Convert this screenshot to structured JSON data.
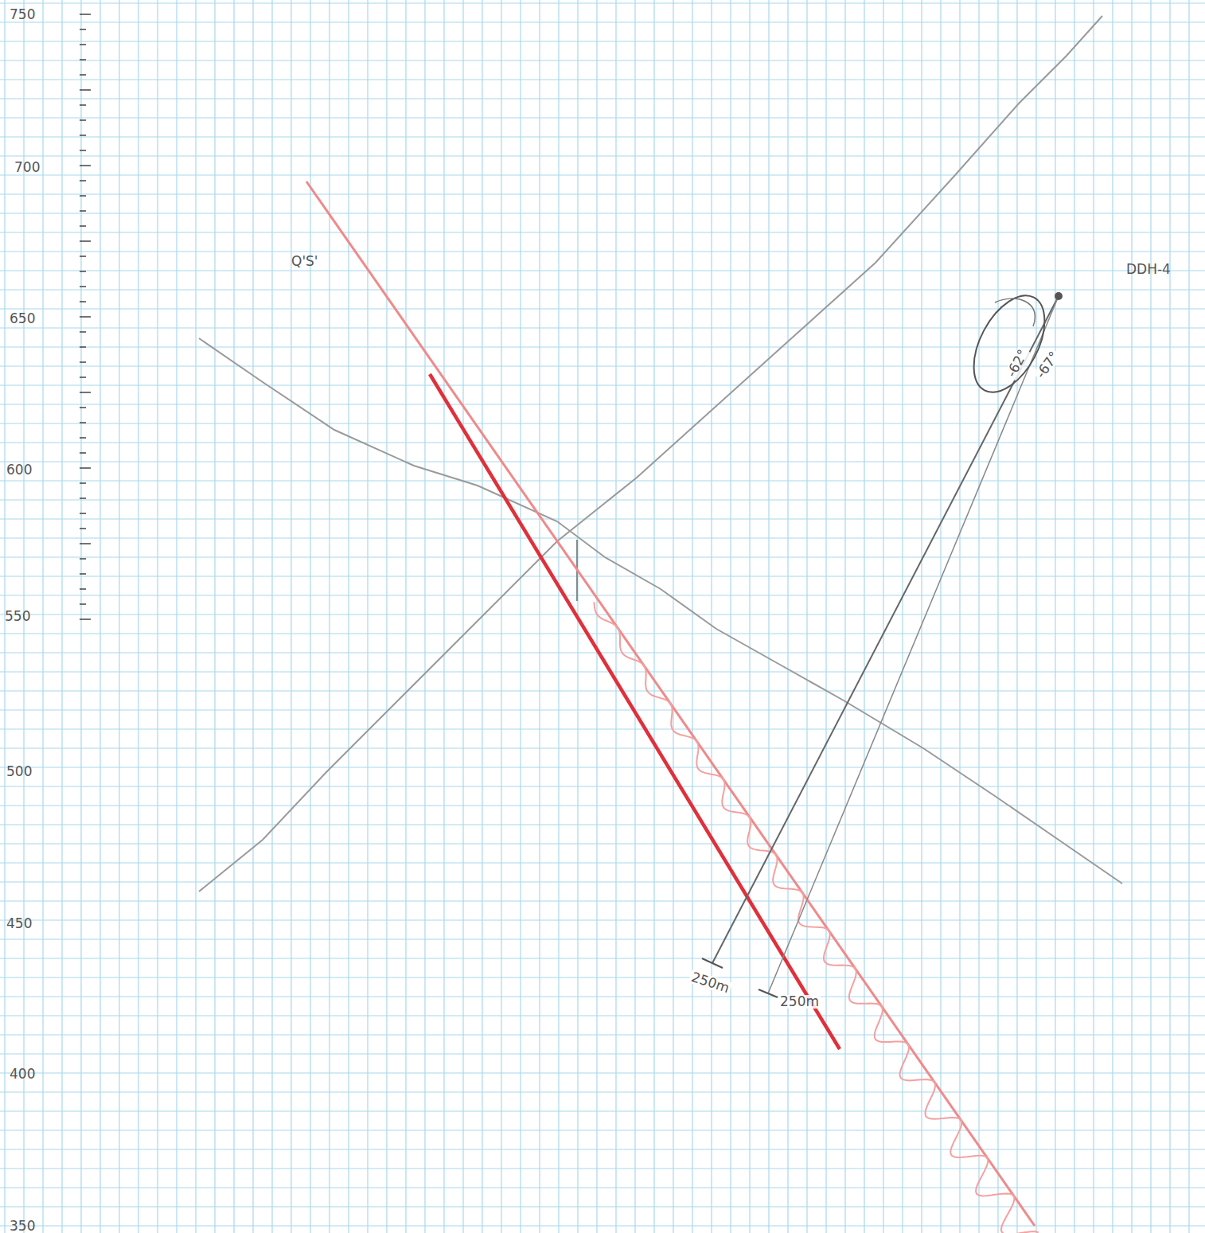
{
  "diagram": {
    "labels": [
      "750",
      "700",
      "650",
      "600",
      "550",
      "500",
      "450",
      "400",
      "350",
      "Q'S'",
      "DDH-4",
      "-62°",
      "-67°",
      "250m",
      "250m"
    ]
  }
}
